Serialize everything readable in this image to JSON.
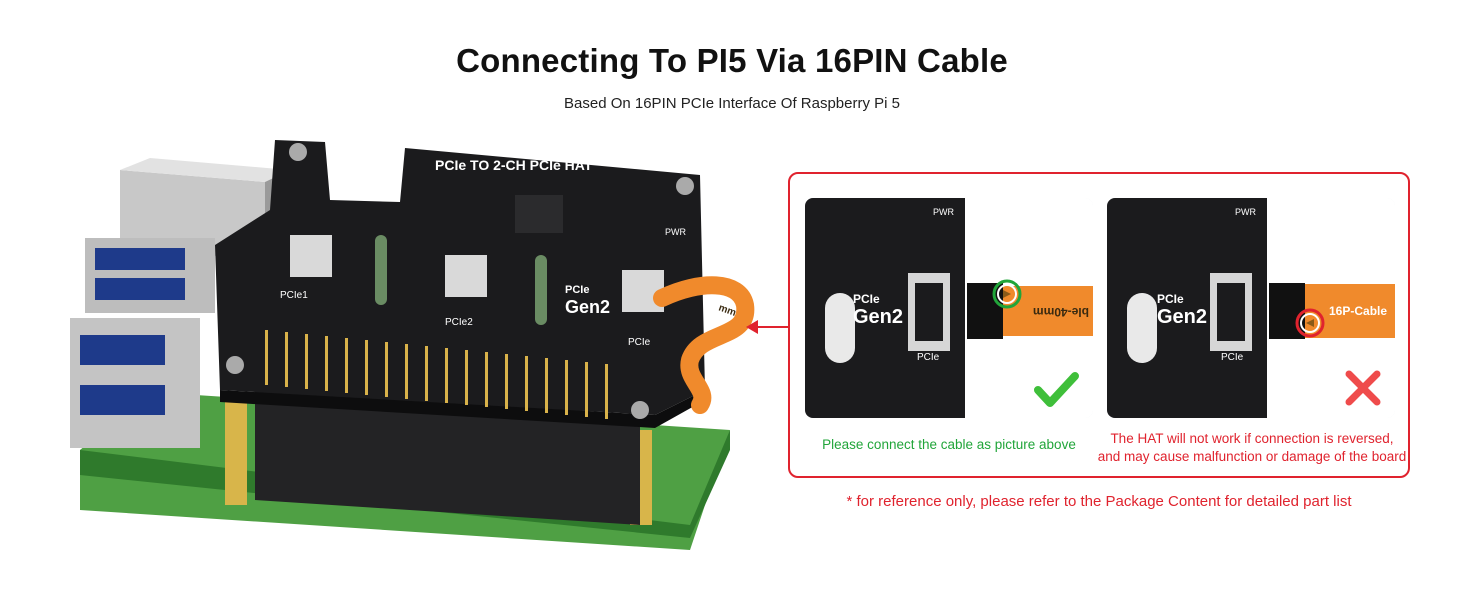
{
  "header": {
    "title": "Connecting To PI5 Via 16PIN Cable",
    "subtitle": "Based On 16PIN PCIe Interface Of Raspberry Pi 5"
  },
  "board": {
    "hat_title": "PCIe TO 2-CH PCIe HAT",
    "pcie1_label": "PCIe1",
    "pcie2_label": "PCIe2",
    "pcie_gen_top": "PCIe",
    "pcie_gen_bottom": "Gen2",
    "pcie_label": "PCIe",
    "pwr_label": "PWR",
    "cable_text": "mm"
  },
  "correct": {
    "pcie_gen_top": "PCIe",
    "pcie_gen_bottom": "Gen2",
    "pcie_label": "PCIe",
    "pwr_label": "PWR",
    "cable_text": "ble-40mm",
    "caption": "Please connect the cable as picture above"
  },
  "wrong": {
    "pcie_gen_top": "PCIe",
    "pcie_gen_bottom": "Gen2",
    "pcie_label": "PCIe",
    "pwr_label": "PWR",
    "cable_text": "16P-Cable",
    "caption_line1": "The HAT will not work if connection is reversed,",
    "caption_line2": "and may cause malfunction or damage of the board"
  },
  "footnote": "* for reference only, please refer to the Package Content for detailed part list",
  "colors": {
    "accent_red": "#e0232e",
    "ok_green": "#21a53a",
    "pcb_black": "#1b1b1d",
    "cable_orange": "#f08a2c"
  },
  "icons": {
    "correct_mark": "check-icon",
    "wrong_mark": "cross-icon",
    "pointer": "arrow-left-icon"
  }
}
